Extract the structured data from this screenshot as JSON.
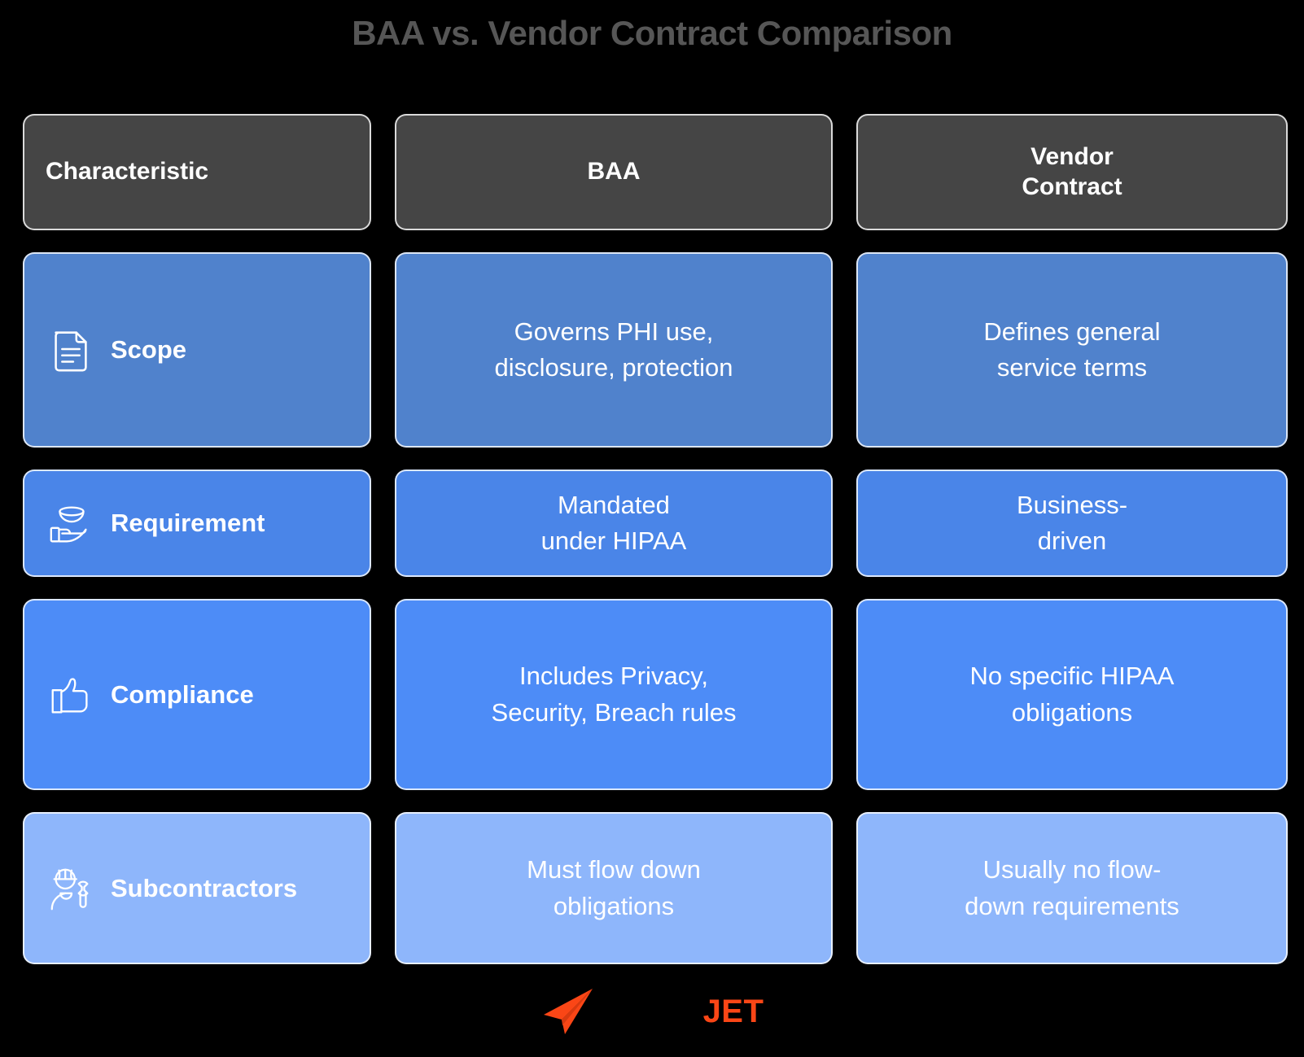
{
  "title": "BAA vs. Vendor Contract Comparison",
  "table": {
    "headers": [
      {
        "label": "Characteristic",
        "align": "left"
      },
      {
        "label": "BAA",
        "align": "center"
      },
      {
        "label": "Vendor\nContract",
        "align": "center"
      }
    ],
    "rows": [
      {
        "characteristic": "Scope",
        "icon": "document-icon",
        "color": "#5082cc",
        "baa": "Governs PHI use,\ndisclosure, protection",
        "vendor_contract": "Defines general\nservice terms"
      },
      {
        "characteristic": "Requirement",
        "icon": "hand-holding-bowl-icon",
        "color": "#4a85e8",
        "baa": "Mandated\nunder HIPAA",
        "vendor_contract": "Business-\ndriven"
      },
      {
        "characteristic": "Compliance",
        "icon": "thumbs-up-icon",
        "color": "#4d8cf7",
        "baa": "Includes Privacy,\nSecurity, Breach rules",
        "vendor_contract": "No specific HIPAA\nobligations"
      },
      {
        "characteristic": "Subcontractors",
        "icon": "worker-wrench-icon",
        "color": "#8eb6fb",
        "baa": "Must flow down\nobligations",
        "vendor_contract": "Usually no flow-\ndown requirements"
      }
    ]
  },
  "footer": {
    "logo_icon": "paper-plane-icon",
    "brand": "JET",
    "brand_color": "#fa4616"
  },
  "colors": {
    "background": "#000000",
    "title": "#565656",
    "header_cell": "#454545",
    "cell_border": "#ffffff",
    "text": "#ffffff"
  }
}
